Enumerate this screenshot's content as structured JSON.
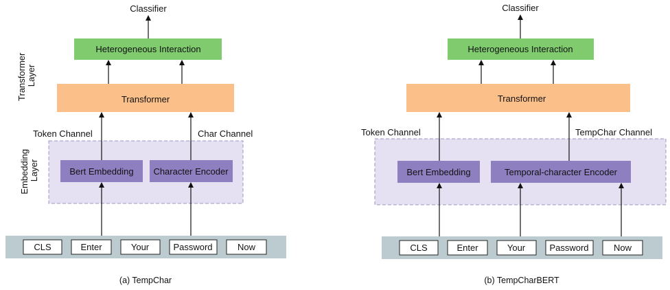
{
  "left": {
    "output": "Classifier",
    "interaction": "Heterogeneous Interaction",
    "transformer": "Transformer",
    "token_channel": "Token Channel",
    "char_channel": "Char Channel",
    "embedding_a": "Bert Embedding",
    "embedding_b": "Character Encoder",
    "tokens": [
      "CLS",
      "Enter",
      "Your",
      "Password",
      "Now"
    ],
    "caption": "(a) TempChar",
    "side_label_top": [
      "Transformer",
      "Layer"
    ],
    "side_label_bottom": [
      "Embedding",
      "Layer"
    ]
  },
  "right": {
    "output": "Classifier",
    "interaction": "Heterogeneous Interaction",
    "transformer": "Transformer",
    "token_channel": "Token Channel",
    "char_channel": "TempChar Channel",
    "embedding_a": "Bert Embedding",
    "embedding_b": "Temporal-character Encoder",
    "tokens": [
      "CLS",
      "Enter",
      "Your",
      "Password",
      "Now"
    ],
    "caption": "(b) TempCharBERT"
  },
  "colors": {
    "interaction_fill": "#7fcb6e",
    "transformer_fill": "#fbbf8a",
    "embedding_region_fill": "#e6e1f2",
    "embedding_region_border": "#9f97bd",
    "encoder_fill": "#8e80c0",
    "token_bar_fill": "#bccbd0",
    "token_box_fill": "#ffffff",
    "arrow": "#111111"
  }
}
